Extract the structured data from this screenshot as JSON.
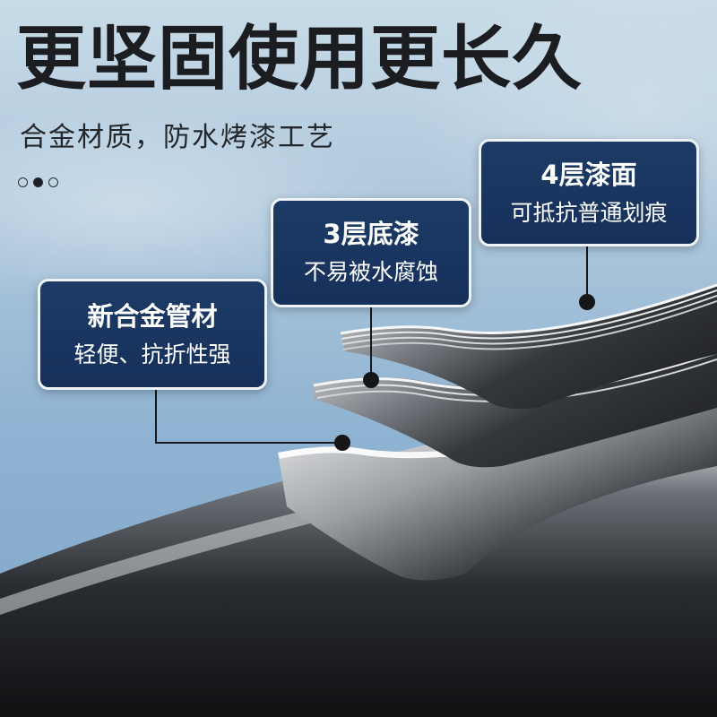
{
  "headline": "更坚固使用更长久",
  "subline": "合金材质，防水烤漆工艺",
  "carousel": {
    "total": 3,
    "active_index": 2
  },
  "labels": {
    "topcoat": {
      "title": "4层漆面",
      "desc": "可抵抗普通划痕"
    },
    "primer": {
      "title": "3层底漆",
      "desc": "不易被水腐蚀"
    },
    "tube": {
      "title": "新合金管材",
      "desc": "轻便、抗折性强"
    }
  },
  "colors": {
    "card_fill": "#1d3b66",
    "card_border": "#eef3f8",
    "headline": "#1b1d20",
    "pointer_dot": "#151618"
  }
}
